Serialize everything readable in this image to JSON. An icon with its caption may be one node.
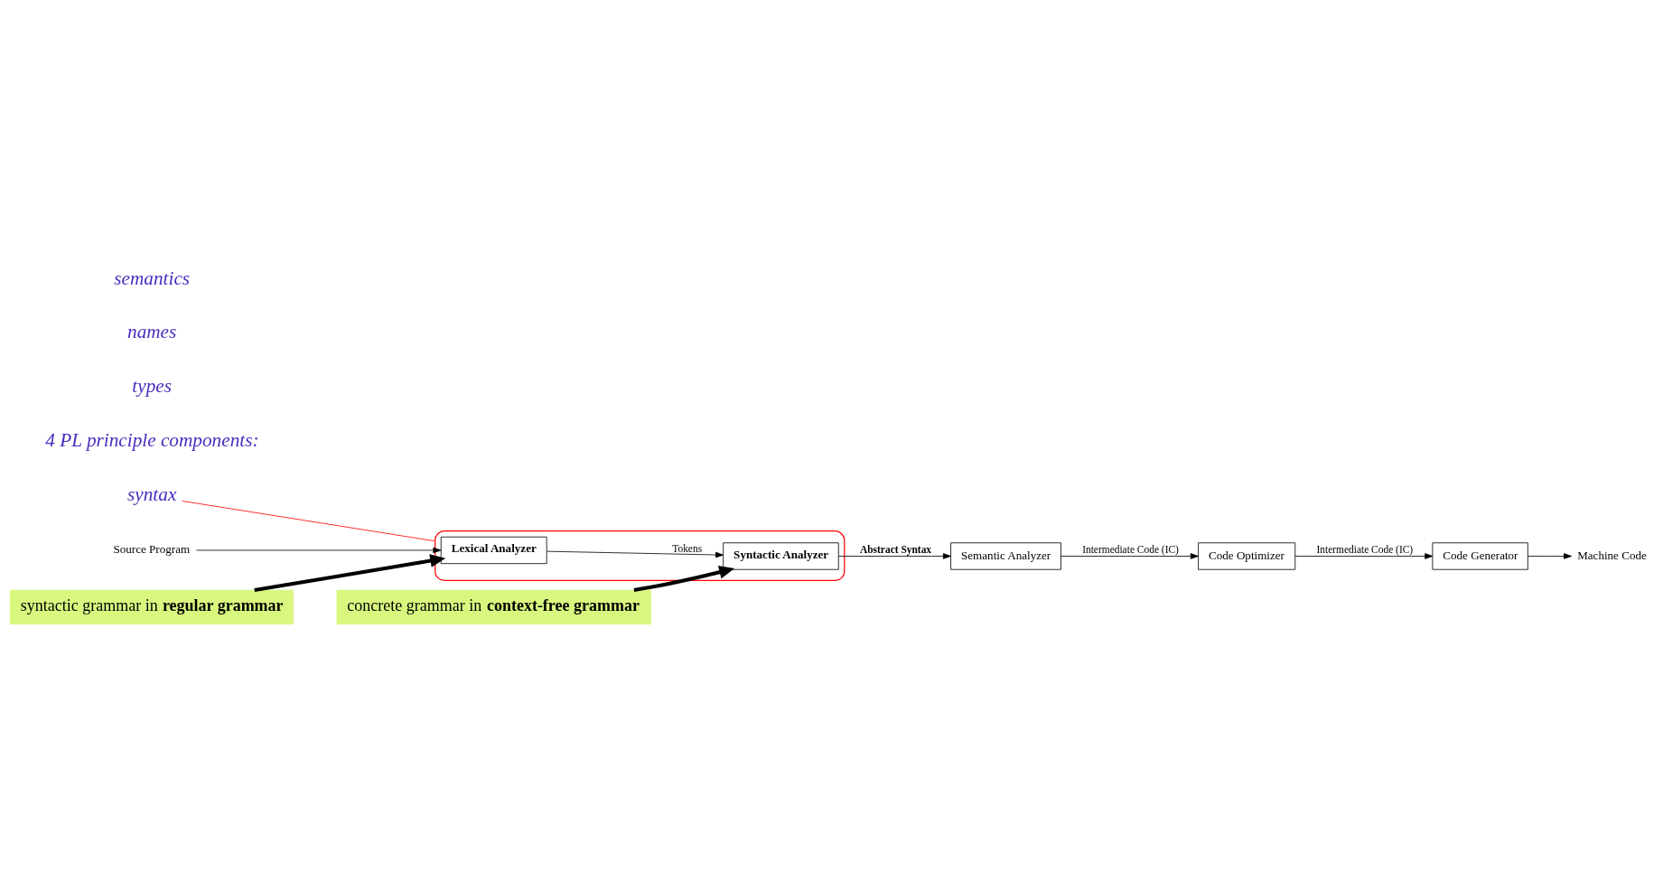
{
  "diagram": {
    "nodes": [
      {
        "text": [
          "syntax"
        ]
      },
      {
        "text": [
          "Source Program"
        ]
      },
      {
        "text": [],
        "shape": "ellipse"
      },
      {
        "text": [
          "Lexical Analyzer"
        ],
        "in": 2
      },
      {
        "text": [
          "Syntactic Analyzer"
        ],
        "in": 2
      },
      {
        "text": [
          "Semantic Analyzer"
        ]
      },
      {
        "text": [
          "Code Optimizer"
        ]
      },
      {
        "text": [
          "Code Generator"
        ]
      },
      {
        "text": [
          "Machine Code"
        ]
      },
      {
        "text": [
          "syntactic grammar in **regular grammar**"
        ]
      },
      {
        "text": [
          "concrete grammar in **context-free grammar**"
        ]
      }
    ],
    "edges": [
      {
        "from": 1,
        "to": 3,
        "arrow": "to"
      },
      {
        "from": 3,
        "to": 4,
        "arrow": "to",
        "label": "Tokens"
      },
      {
        "from": 4,
        "to": 5,
        "arrow": "to",
        "label": "Abstract Syntax"
      },
      {
        "from": 5,
        "to": 6,
        "arrow": "to",
        "label": "Intermediate Code (IC)"
      },
      {
        "from": 6,
        "to": 7,
        "arrow": "to",
        "label": "Intermediate Code (IC)"
      },
      {
        "from": 7,
        "to": 8,
        "arrow": "to"
      },
      {
        "from": 0,
        "to": 2,
        "arrow": "none",
        "color": "#ff0000"
      },
      {
        "from": 9,
        "to": 3,
        "arrow": "to",
        "style": "thick"
      },
      {
        "from": 10,
        "to": 4,
        "arrow": "to",
        "style": "thick"
      }
    ],
    "labels": [
      "4 PL principle components:",
      "types",
      "names",
      "semantics"
    ]
  }
}
